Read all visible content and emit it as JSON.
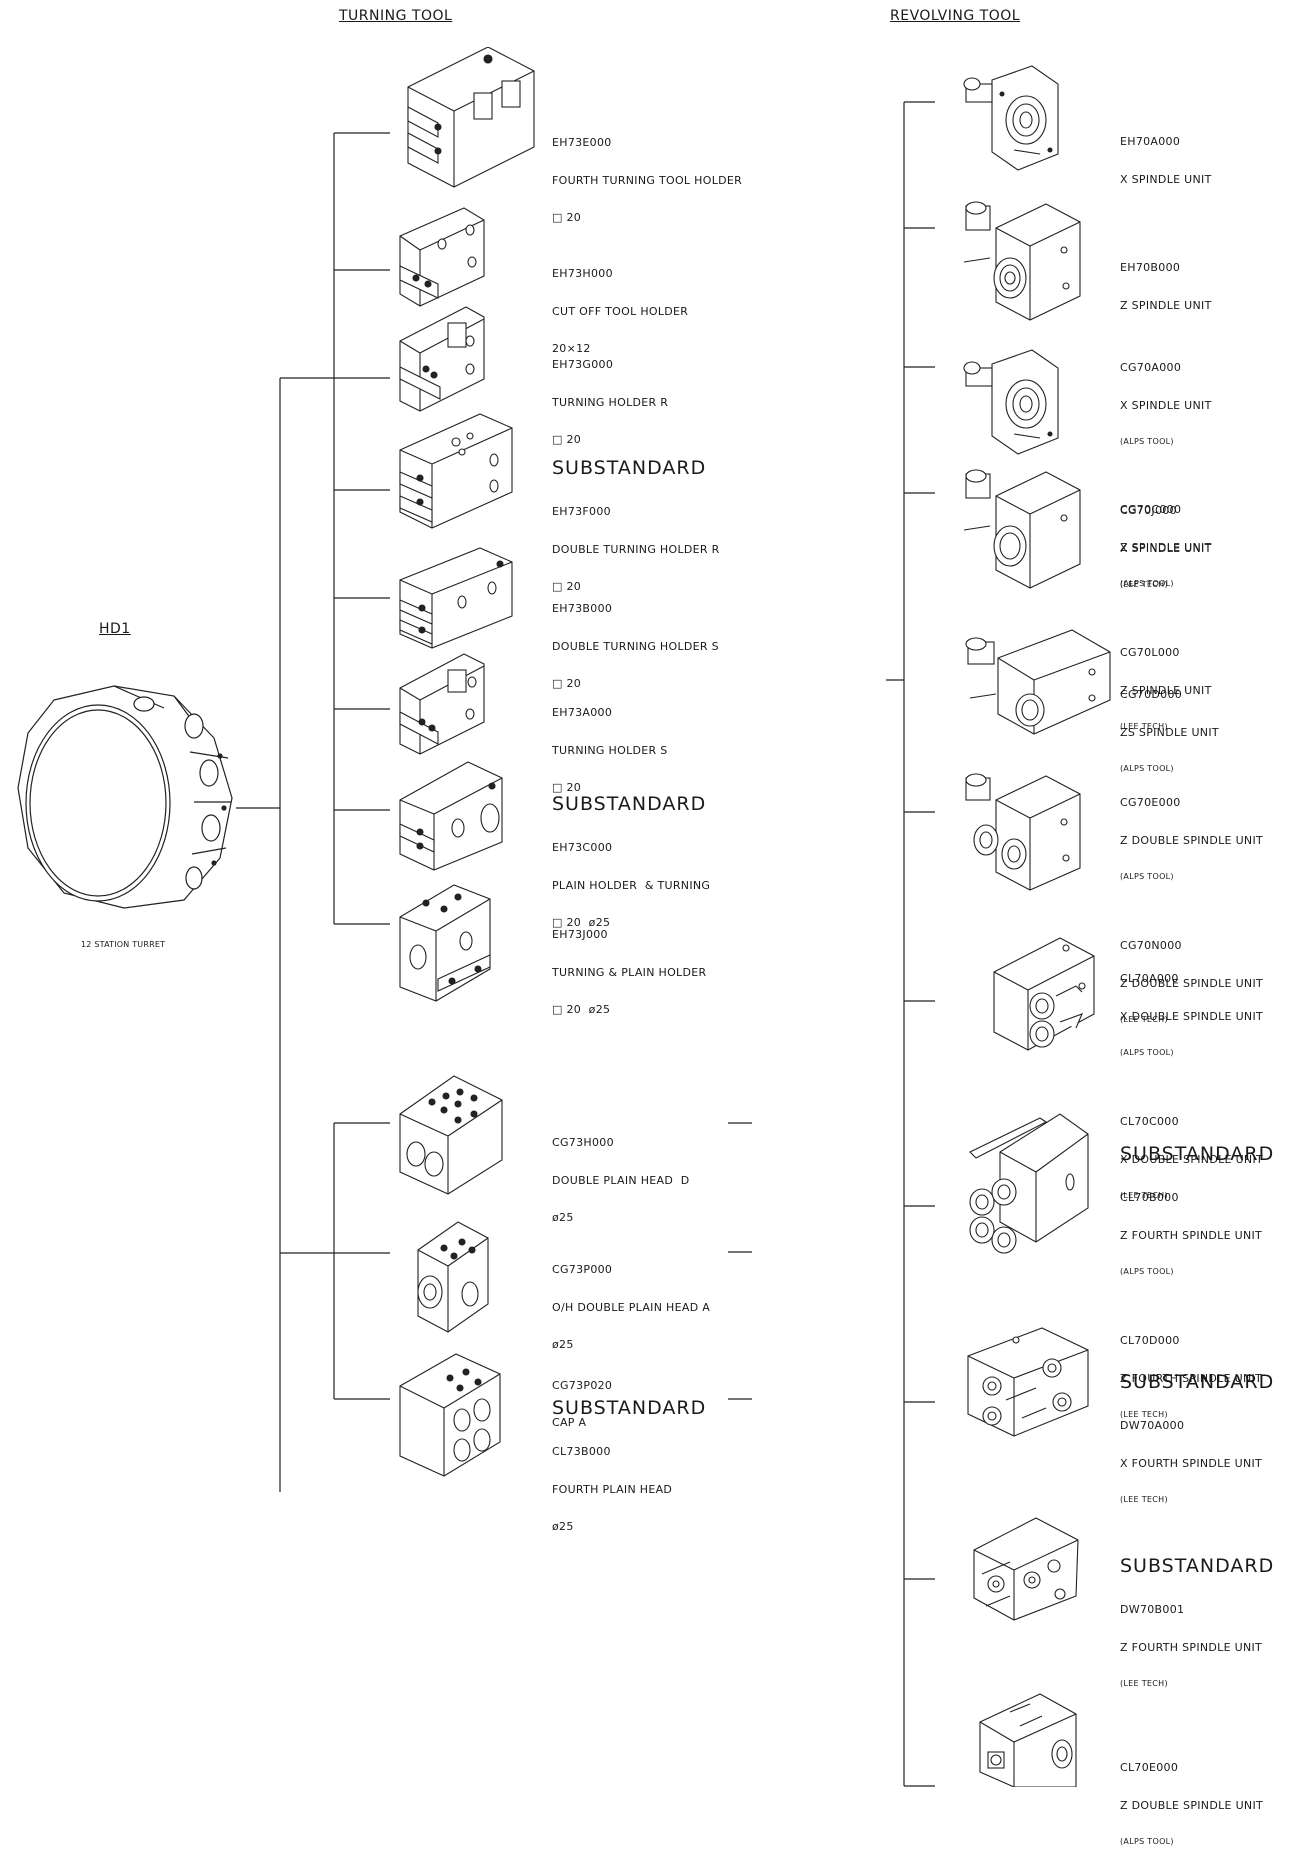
{
  "headers": {
    "turning": "TURNING TOOL",
    "revolving": "REVOLVING TOOL",
    "hd1": "HD1",
    "turret_caption": "12 STATION TURRET"
  },
  "turning_tools": [
    {
      "code": "EH73E000",
      "name": "FOURTH TURNING TOOL HOLDER",
      "spec": "□ 20"
    },
    {
      "code": "EH73H000",
      "name": "CUT OFF TOOL HOLDER",
      "spec": "20×12"
    },
    {
      "code": "EH73G000",
      "name": "TURNING HOLDER R",
      "spec": "□ 20"
    },
    {
      "substandard": "SUBSTANDARD",
      "code": "EH73F000",
      "name": "DOUBLE TURNING HOLDER R",
      "spec": "□ 20"
    },
    {
      "code": "EH73B000",
      "name": "DOUBLE TURNING HOLDER S",
      "spec": "□ 20"
    },
    {
      "code": "EH73A000",
      "name": "TURNING HOLDER S",
      "spec": "□ 20"
    },
    {
      "substandard": "SUBSTANDARD",
      "code": "EH73C000",
      "name": "PLAIN HOLDER  & TURNING",
      "spec": "□ 20  ø25"
    },
    {
      "code": "EH73J000",
      "name": "TURNING & PLAIN HOLDER",
      "spec": "□ 20  ø25"
    }
  ],
  "plain_heads": [
    {
      "code": "CG73H000",
      "name": "DOUBLE PLAIN HEAD  D",
      "spec": "ø25"
    },
    {
      "code": "CG73P000",
      "name": "O/H DOUBLE PLAIN HEAD A",
      "spec": "ø25",
      "code2": "CG73P020",
      "name2": "CAP A"
    },
    {
      "substandard": "SUBSTANDARD",
      "code": "CL73B000",
      "name": "FOURTH PLAIN HEAD",
      "spec": "ø25"
    }
  ],
  "revolving_tools": [
    {
      "code": "EH70A000",
      "name": "X SPINDLE UNIT"
    },
    {
      "code": "EH70B000",
      "name": "Z SPINDLE UNIT"
    },
    {
      "code": "CG70A000",
      "name": "X SPINDLE UNIT",
      "maker": "(ALPS TOOL)",
      "code2": "CG70J000",
      "name2": "X SPINDLE UNIT",
      "maker2": "(LEE TECH)"
    },
    {
      "code": "CG70C000",
      "name": "Z SPINDLE UNIT",
      "maker": "(ALPS TOOL)",
      "code2": "CG70L000",
      "name2": "Z SPINDLE UNIT",
      "maker2": "(LEE TECH)"
    },
    {
      "code": "CG70D000",
      "name": "ZS SPINDLE UNIT",
      "maker": "(ALPS TOOL)"
    },
    {
      "code": "CG70E000",
      "name": "Z DOUBLE SPINDLE UNIT",
      "maker": "(ALPS TOOL)",
      "code2": "CG70N000",
      "name2": "Z DOUBLE SPINDLE UNIT",
      "maker2": "(LEE TECH)"
    },
    {
      "code": "CL70A000",
      "name": "X DOUBLE SPINDLE UNIT",
      "maker": "(ALPS TOOL)",
      "code2": "CL70C000",
      "name2": "X DOUBLE SPINDLE UNIT",
      "maker2": "(LEE TECH)"
    },
    {
      "substandard": "SUBSTANDARD",
      "code": "CL70B000",
      "name": "Z FOURTH SPINDLE UNIT",
      "maker": "(ALPS TOOL)",
      "code2": "CL70D000",
      "name2": "Z FOURTH SPINDLE UNIT",
      "maker2": "(LEE TECH)"
    },
    {
      "substandard": "SUBSTANDARD",
      "code": "DW70A000",
      "name": "X FOURTH SPINDLE UNIT",
      "maker": "(LEE TECH)"
    },
    {
      "substandard": "SUBSTANDARD",
      "code": "DW70B001",
      "name": "Z FOURTH SPINDLE UNIT",
      "maker": "(LEE TECH)"
    },
    {
      "code": "CL70E000",
      "name": "Z DOUBLE SPINDLE UNIT",
      "maker": "(ALPS TOOL)"
    }
  ]
}
